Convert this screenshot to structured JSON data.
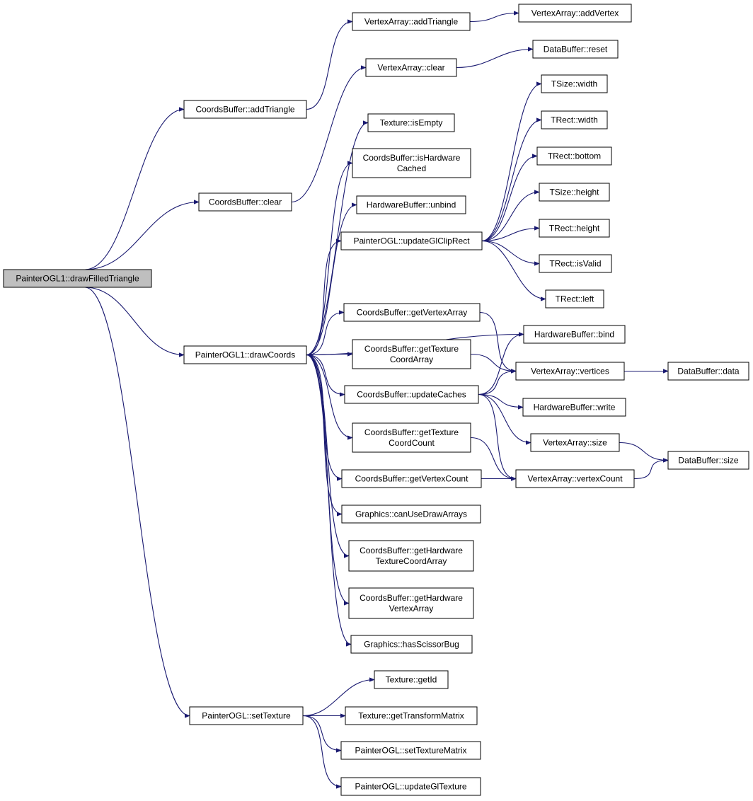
{
  "diagram": {
    "colors": {
      "edge": "#191970",
      "root_fill": "#bfbfbf",
      "node_fill": "#ffffff",
      "node_border": "#000000"
    },
    "nodes": [
      {
        "id": "root",
        "lines": [
          "PainterOGL1::drawFilledTriangle"
        ]
      },
      {
        "id": "cb_addTriangle",
        "lines": [
          "CoordsBuffer::addTriangle"
        ]
      },
      {
        "id": "cb_clear",
        "lines": [
          "CoordsBuffer::clear"
        ]
      },
      {
        "id": "drawCoords",
        "lines": [
          "PainterOGL1::drawCoords"
        ]
      },
      {
        "id": "setTexture",
        "lines": [
          "PainterOGL::setTexture"
        ]
      },
      {
        "id": "va_addTriangle",
        "lines": [
          "VertexArray::addTriangle"
        ]
      },
      {
        "id": "va_addVertex",
        "lines": [
          "VertexArray::addVertex"
        ]
      },
      {
        "id": "va_clear",
        "lines": [
          "VertexArray::clear"
        ]
      },
      {
        "id": "db_reset",
        "lines": [
          "DataBuffer::reset"
        ]
      },
      {
        "id": "tex_isEmpty",
        "lines": [
          "Texture::isEmpty"
        ]
      },
      {
        "id": "cb_isHwCached",
        "lines": [
          "CoordsBuffer::isHardware",
          "Cached"
        ]
      },
      {
        "id": "hb_unbind",
        "lines": [
          "HardwareBuffer::unbind"
        ]
      },
      {
        "id": "updGlClip",
        "lines": [
          "PainterOGL::updateGlClipRect"
        ]
      },
      {
        "id": "tsize_width",
        "lines": [
          "TSize::width"
        ]
      },
      {
        "id": "trect_width",
        "lines": [
          "TRect::width"
        ]
      },
      {
        "id": "trect_bottom",
        "lines": [
          "TRect::bottom"
        ]
      },
      {
        "id": "tsize_height",
        "lines": [
          "TSize::height"
        ]
      },
      {
        "id": "trect_height",
        "lines": [
          "TRect::height"
        ]
      },
      {
        "id": "trect_isValid",
        "lines": [
          "TRect::isValid"
        ]
      },
      {
        "id": "trect_left",
        "lines": [
          "TRect::left"
        ]
      },
      {
        "id": "cb_getVA",
        "lines": [
          "CoordsBuffer::getVertexArray"
        ]
      },
      {
        "id": "hb_bind",
        "lines": [
          "HardwareBuffer::bind"
        ]
      },
      {
        "id": "cb_getTCA",
        "lines": [
          "CoordsBuffer::getTexture",
          "CoordArray"
        ]
      },
      {
        "id": "va_vertices",
        "lines": [
          "VertexArray::vertices"
        ]
      },
      {
        "id": "db_data",
        "lines": [
          "DataBuffer::data"
        ]
      },
      {
        "id": "cb_updCaches",
        "lines": [
          "CoordsBuffer::updateCaches"
        ]
      },
      {
        "id": "hb_write",
        "lines": [
          "HardwareBuffer::write"
        ]
      },
      {
        "id": "va_size",
        "lines": [
          "VertexArray::size"
        ]
      },
      {
        "id": "db_size",
        "lines": [
          "DataBuffer::size"
        ]
      },
      {
        "id": "cb_getTCC",
        "lines": [
          "CoordsBuffer::getTexture",
          "CoordCount"
        ]
      },
      {
        "id": "cb_getVC",
        "lines": [
          "CoordsBuffer::getVertexCount"
        ]
      },
      {
        "id": "va_vertexCount",
        "lines": [
          "VertexArray::vertexCount"
        ]
      },
      {
        "id": "gfx_canUse",
        "lines": [
          "Graphics::canUseDrawArrays"
        ]
      },
      {
        "id": "cb_getHwTCA",
        "lines": [
          "CoordsBuffer::getHardware",
          "TextureCoordArray"
        ]
      },
      {
        "id": "cb_getHwVA",
        "lines": [
          "CoordsBuffer::getHardware",
          "VertexArray"
        ]
      },
      {
        "id": "gfx_scissor",
        "lines": [
          "Graphics::hasScissorBug"
        ]
      },
      {
        "id": "tex_getId",
        "lines": [
          "Texture::getId"
        ]
      },
      {
        "id": "tex_getTM",
        "lines": [
          "Texture::getTransformMatrix"
        ]
      },
      {
        "id": "setTexMatrix",
        "lines": [
          "PainterOGL::setTextureMatrix"
        ]
      },
      {
        "id": "updGlTexture",
        "lines": [
          "PainterOGL::updateGlTexture"
        ]
      }
    ],
    "edges": [
      [
        "root",
        "cb_addTriangle"
      ],
      [
        "root",
        "cb_clear"
      ],
      [
        "root",
        "drawCoords"
      ],
      [
        "root",
        "setTexture"
      ],
      [
        "cb_addTriangle",
        "va_addTriangle"
      ],
      [
        "va_addTriangle",
        "va_addVertex"
      ],
      [
        "cb_clear",
        "va_clear"
      ],
      [
        "va_clear",
        "db_reset"
      ],
      [
        "drawCoords",
        "tex_isEmpty"
      ],
      [
        "drawCoords",
        "cb_isHwCached"
      ],
      [
        "drawCoords",
        "hb_unbind"
      ],
      [
        "drawCoords",
        "updGlClip"
      ],
      [
        "drawCoords",
        "hb_bind"
      ],
      [
        "drawCoords",
        "cb_getVA"
      ],
      [
        "drawCoords",
        "cb_getTCA"
      ],
      [
        "drawCoords",
        "cb_updCaches"
      ],
      [
        "drawCoords",
        "cb_getTCC"
      ],
      [
        "drawCoords",
        "cb_getVC"
      ],
      [
        "drawCoords",
        "gfx_canUse"
      ],
      [
        "drawCoords",
        "cb_getHwTCA"
      ],
      [
        "drawCoords",
        "cb_getHwVA"
      ],
      [
        "drawCoords",
        "gfx_scissor"
      ],
      [
        "updGlClip",
        "tsize_width"
      ],
      [
        "updGlClip",
        "trect_width"
      ],
      [
        "updGlClip",
        "trect_bottom"
      ],
      [
        "updGlClip",
        "tsize_height"
      ],
      [
        "updGlClip",
        "trect_height"
      ],
      [
        "updGlClip",
        "trect_isValid"
      ],
      [
        "updGlClip",
        "trect_left"
      ],
      [
        "cb_getVA",
        "va_vertices"
      ],
      [
        "cb_getTCA",
        "va_vertices"
      ],
      [
        "cb_updCaches",
        "hb_bind"
      ],
      [
        "cb_updCaches",
        "va_vertices"
      ],
      [
        "cb_updCaches",
        "hb_write"
      ],
      [
        "cb_updCaches",
        "va_size"
      ],
      [
        "cb_updCaches",
        "va_vertexCount"
      ],
      [
        "va_vertices",
        "db_data"
      ],
      [
        "va_size",
        "db_size"
      ],
      [
        "cb_getTCC",
        "va_vertexCount"
      ],
      [
        "cb_getVC",
        "va_vertexCount"
      ],
      [
        "va_vertexCount",
        "db_size"
      ],
      [
        "setTexture",
        "tex_getId"
      ],
      [
        "setTexture",
        "tex_getTM"
      ],
      [
        "setTexture",
        "setTexMatrix"
      ],
      [
        "setTexture",
        "updGlTexture"
      ]
    ]
  }
}
